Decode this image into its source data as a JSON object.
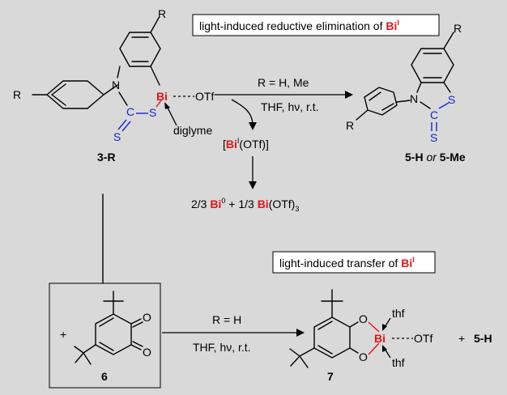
{
  "title_top": "light-induced reductive elimination of",
  "title_bottom": "light-induced transfer of",
  "bi": "Bi",
  "sup_I": "I",
  "sup_0": "0",
  "sub_3": "3",
  "atoms": {
    "R": "R",
    "N": "N",
    "S": "S",
    "C": "C",
    "O": "O",
    "OTf": "OTf",
    "thf": "thf",
    "diglyme": "diglyme",
    "plus": "+"
  },
  "conditions": {
    "top_reagent": "R = H, Me",
    "top_solvent": "THF, hν, r.t.",
    "bottom_reagent": "R = H",
    "bottom_solvent": "THF, hν, r.t."
  },
  "intermediate": {
    "open": "[",
    "otf": "(OTf)]"
  },
  "products": {
    "frac1": "2/3",
    "frac2": "+ 1/3",
    "otf": "(OTf)",
    "label_5H": "5-H",
    "or": "or",
    "label_5Me": "5-Me"
  },
  "labels": {
    "c3R": "3-R",
    "c6": "6",
    "c7": "7",
    "c5H": "5-H"
  }
}
